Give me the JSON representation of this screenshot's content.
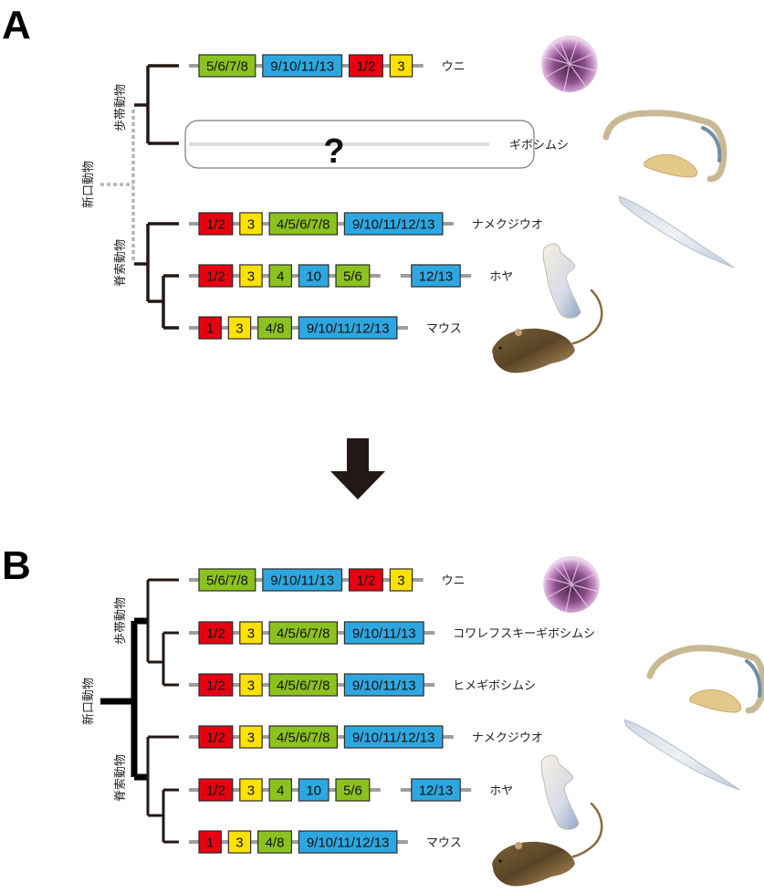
{
  "figure": {
    "panels": [
      {
        "label": "A",
        "clades": {
          "deuterostomes": "新口動物",
          "ambulacraria": "歩帯動物",
          "chordates": "脊索動物"
        },
        "unknown_box": {
          "symbol": "?",
          "species": "ギボシムシ"
        },
        "rows": [
          {
            "species": "ウニ",
            "image": "sea-urchin",
            "genes": [
              {
                "label": "5/6/7/8",
                "color": "green"
              },
              {
                "label": "9/10/11/13",
                "color": "blue"
              },
              {
                "label": "1/2",
                "color": "red"
              },
              {
                "label": "3",
                "color": "yellow"
              }
            ]
          },
          {
            "species": "ナメクジウオ",
            "image": "amphioxus",
            "genes": [
              {
                "label": "1/2",
                "color": "red"
              },
              {
                "label": "3",
                "color": "yellow"
              },
              {
                "label": "4/5/6/7/8",
                "color": "green"
              },
              {
                "label": "9/10/11/12/13",
                "color": "blue"
              }
            ]
          },
          {
            "species": "ホヤ",
            "image": "ascidian",
            "genes": [
              {
                "label": "1/2",
                "color": "red"
              },
              {
                "label": "3",
                "color": "yellow"
              },
              {
                "label": "4",
                "color": "green"
              },
              {
                "label": "10",
                "color": "blue"
              },
              {
                "label": "5/6",
                "color": "green"
              },
              {
                "label": "12/13",
                "color": "blue"
              }
            ]
          },
          {
            "species": "マウス",
            "image": "mouse",
            "genes": [
              {
                "label": "1",
                "color": "red"
              },
              {
                "label": "3",
                "color": "yellow"
              },
              {
                "label": "4/8",
                "color": "green"
              },
              {
                "label": "9/10/11/12/13",
                "color": "blue"
              }
            ]
          }
        ]
      },
      {
        "label": "B",
        "clades": {
          "deuterostomes": "新口動物",
          "ambulacraria": "歩帯動物",
          "chordates": "脊索動物"
        },
        "rows": [
          {
            "species": "ウニ",
            "image": "sea-urchin",
            "genes": [
              {
                "label": "5/6/7/8",
                "color": "green"
              },
              {
                "label": "9/10/11/13",
                "color": "blue"
              },
              {
                "label": "1/2",
                "color": "red"
              },
              {
                "label": "3",
                "color": "yellow"
              }
            ]
          },
          {
            "species": "コワレフスキーギボシムシ",
            "image": "acorn-worm",
            "genes": [
              {
                "label": "1/2",
                "color": "red"
              },
              {
                "label": "3",
                "color": "yellow"
              },
              {
                "label": "4/5/6/7/8",
                "color": "green"
              },
              {
                "label": "9/10/11/13",
                "color": "blue"
              }
            ]
          },
          {
            "species": "ヒメギボシムシ",
            "image": "acorn-worm",
            "genes": [
              {
                "label": "1/2",
                "color": "red"
              },
              {
                "label": "3",
                "color": "yellow"
              },
              {
                "label": "4/5/6/7/8",
                "color": "green"
              },
              {
                "label": "9/10/11/13",
                "color": "blue"
              }
            ]
          },
          {
            "species": "ナメクジウオ",
            "image": "amphioxus",
            "genes": [
              {
                "label": "1/2",
                "color": "red"
              },
              {
                "label": "3",
                "color": "yellow"
              },
              {
                "label": "4/5/6/7/8",
                "color": "green"
              },
              {
                "label": "9/10/11/12/13",
                "color": "blue"
              }
            ]
          },
          {
            "species": "ホヤ",
            "image": "ascidian",
            "genes": [
              {
                "label": "1/2",
                "color": "red"
              },
              {
                "label": "3",
                "color": "yellow"
              },
              {
                "label": "4",
                "color": "green"
              },
              {
                "label": "10",
                "color": "blue"
              },
              {
                "label": "5/6",
                "color": "green"
              },
              {
                "label": "12/13",
                "color": "blue"
              }
            ]
          },
          {
            "species": "マウス",
            "image": "mouse",
            "genes": [
              {
                "label": "1",
                "color": "red"
              },
              {
                "label": "3",
                "color": "yellow"
              },
              {
                "label": "4/8",
                "color": "green"
              },
              {
                "label": "9/10/11/12/13",
                "color": "blue"
              }
            ]
          }
        ]
      }
    ],
    "colors": {
      "red": "#e60012",
      "yellow": "#ffe100",
      "green": "#8cc21f",
      "blue": "#2ea7e0",
      "line": "#9e9e9e",
      "tree": "#231815"
    }
  }
}
